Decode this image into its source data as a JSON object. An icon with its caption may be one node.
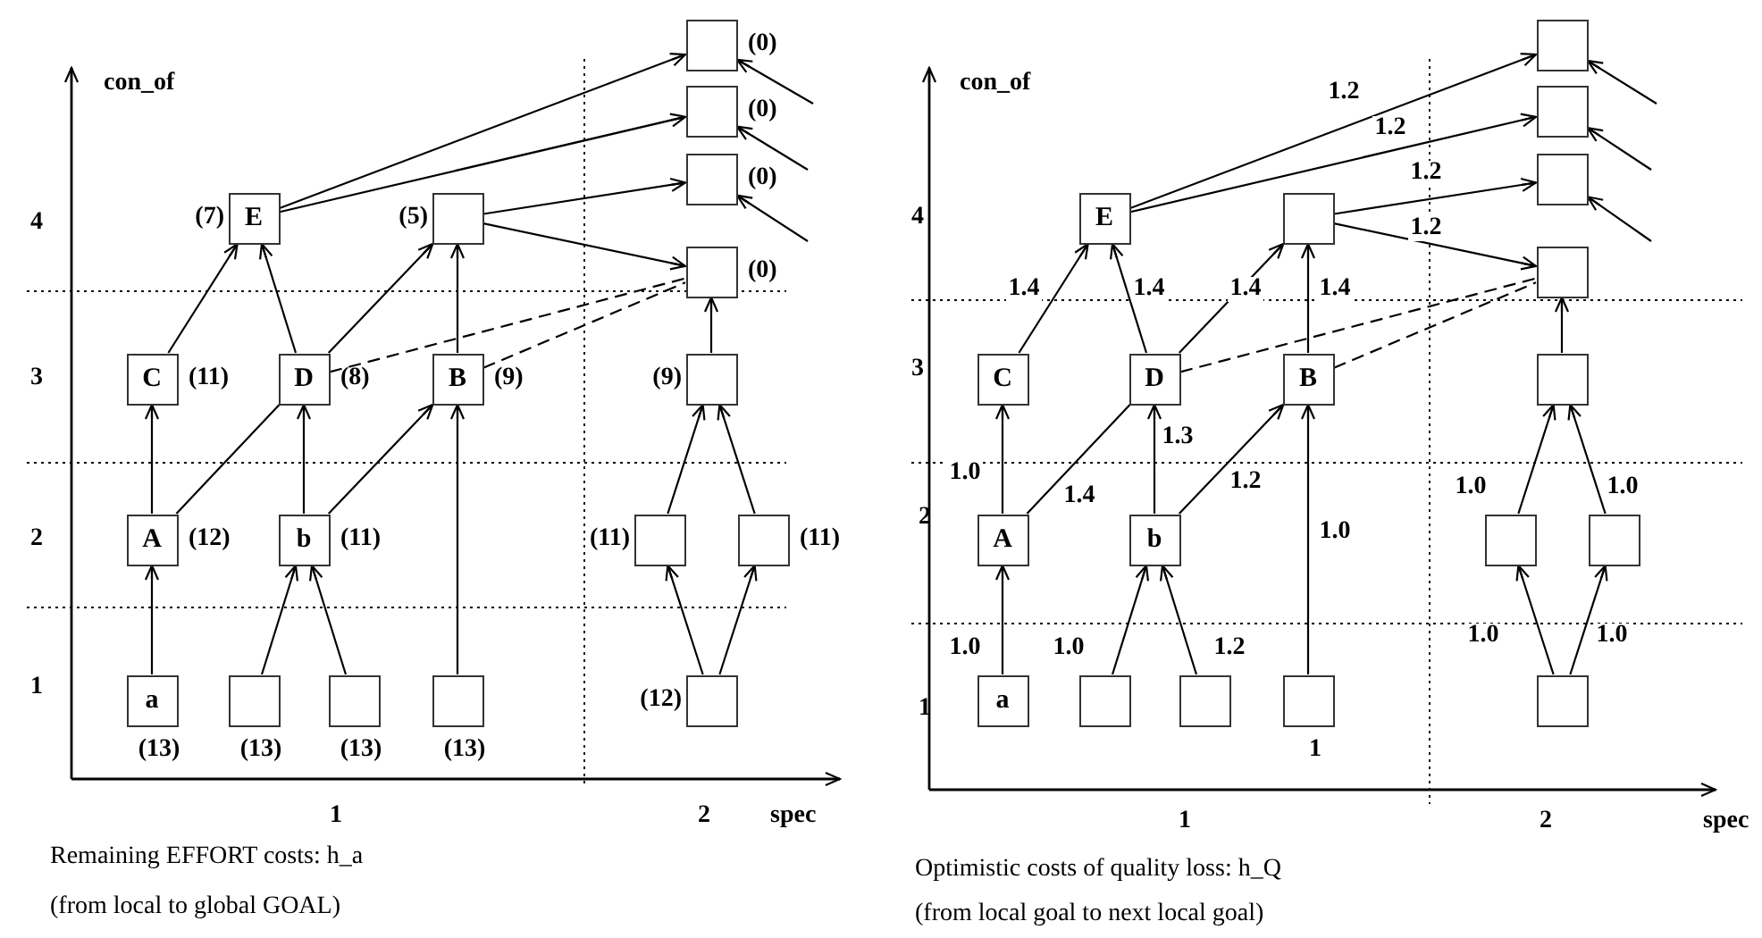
{
  "diagram": {
    "nodes": [
      {
        "text": [],
        "shape": "box",
        "beside": [
          "(0)"
        ]
      },
      {
        "text": [],
        "shape": "box",
        "beside": [
          "(0)"
        ]
      },
      {
        "text": [],
        "shape": "box",
        "beside": [
          "(0)"
        ]
      },
      {
        "text": [],
        "shape": "box",
        "beside": [
          "(0)"
        ]
      },
      {
        "text": [
          "E"
        ],
        "beside": [
          "(7)"
        ]
      },
      {
        "text": [],
        "shape": "box",
        "beside": [
          "(5)"
        ]
      },
      {
        "text": [
          "C"
        ],
        "beside": [
          "(11)"
        ]
      },
      {
        "text": [
          "D"
        ],
        "beside": [
          "(8)"
        ]
      },
      {
        "text": [
          "B"
        ],
        "beside": [
          "(9)"
        ]
      },
      {
        "text": [],
        "shape": "box",
        "beside": [
          "(9)"
        ]
      },
      {
        "text": [
          "A"
        ],
        "beside": [
          "(12)"
        ]
      },
      {
        "text": [
          "b"
        ],
        "beside": [
          "(11)"
        ]
      },
      {
        "text": [],
        "shape": "box",
        "beside": [
          "(11)"
        ]
      },
      {
        "text": [],
        "shape": "box",
        "beside": [
          "(11)"
        ]
      },
      {
        "text": [
          "a"
        ],
        "beside": [
          "(13)"
        ]
      },
      {
        "text": [],
        "shape": "box",
        "beside": [
          "(13)"
        ]
      },
      {
        "text": [],
        "shape": "box",
        "beside": [
          "(13)"
        ]
      },
      {
        "text": [],
        "shape": "box",
        "beside": [
          "(13)"
        ]
      },
      {
        "text": [],
        "shape": "box",
        "beside": [
          "(12)"
        ]
      },
      {
        "text": [],
        "shape": "box"
      },
      {
        "text": [],
        "shape": "box"
      },
      {
        "text": [],
        "shape": "box"
      },
      {
        "text": [],
        "shape": "box"
      },
      {
        "text": [
          "E"
        ]
      },
      {
        "text": [],
        "shape": "box"
      },
      {
        "text": [
          "C"
        ]
      },
      {
        "text": [
          "D"
        ]
      },
      {
        "text": [
          "B"
        ]
      },
      {
        "text": [],
        "shape": "box"
      },
      {
        "text": [
          "A"
        ]
      },
      {
        "text": [
          "b"
        ]
      },
      {
        "text": [],
        "shape": "box"
      },
      {
        "text": [],
        "shape": "box"
      },
      {
        "text": [
          "a"
        ]
      },
      {
        "text": [],
        "shape": "box"
      },
      {
        "text": [],
        "shape": "box"
      },
      {
        "text": [],
        "shape": "box",
        "beside": [
          "1"
        ]
      },
      {
        "text": [],
        "shape": "box"
      }
    ],
    "edges": [
      {
        "from": 14,
        "to": 10,
        "arrow": "to"
      },
      {
        "from": 10,
        "to": 6,
        "arrow": "to"
      },
      {
        "from": 10,
        "to": 7,
        "arrow": "none"
      },
      {
        "from": 15,
        "to": 11,
        "arrow": "to"
      },
      {
        "from": 16,
        "to": 11,
        "arrow": "to"
      },
      {
        "from": 11,
        "to": 7,
        "arrow": "to"
      },
      {
        "from": 11,
        "to": 8,
        "arrow": "to"
      },
      {
        "from": 17,
        "to": 8,
        "arrow": "to"
      },
      {
        "from": 6,
        "to": 4,
        "arrow": "to"
      },
      {
        "from": 7,
        "to": 4,
        "arrow": "to"
      },
      {
        "from": 7,
        "to": 5,
        "arrow": "to"
      },
      {
        "from": 8,
        "to": 5,
        "arrow": "to"
      },
      {
        "from": 4,
        "to": 0,
        "arrow": "to"
      },
      {
        "from": 4,
        "to": 1,
        "arrow": "to"
      },
      {
        "from": 5,
        "to": 2,
        "arrow": "to"
      },
      {
        "from": 5,
        "to": 3,
        "arrow": "to"
      },
      {
        "from": 7,
        "to": 3,
        "arrow": "none",
        "style": "dashed"
      },
      {
        "from": 8,
        "to": 3,
        "arrow": "none",
        "style": "dashed"
      },
      {
        "from": 9,
        "to": 3,
        "arrow": "to"
      },
      {
        "from": 12,
        "to": 9,
        "arrow": "to"
      },
      {
        "from": 13,
        "to": 9,
        "arrow": "to"
      },
      {
        "from": 18,
        "to": 12,
        "arrow": "to"
      },
      {
        "from": 18,
        "to": 13,
        "arrow": "to"
      },
      {
        "from": null,
        "to": 0,
        "arrow": "to"
      },
      {
        "from": null,
        "to": 1,
        "arrow": "to"
      },
      {
        "from": null,
        "to": 2,
        "arrow": "to"
      },
      {
        "from": 33,
        "to": 29,
        "arrow": "to",
        "label": "1.0"
      },
      {
        "from": 29,
        "to": 25,
        "arrow": "to",
        "label": "1.0"
      },
      {
        "from": 29,
        "to": 26,
        "arrow": "none",
        "label": "1.4"
      },
      {
        "from": 34,
        "to": 30,
        "arrow": "to",
        "label": "1.0"
      },
      {
        "from": 35,
        "to": 30,
        "arrow": "to",
        "label": "1.2"
      },
      {
        "from": 30,
        "to": 26,
        "arrow": "to",
        "label": "1.3"
      },
      {
        "from": 30,
        "to": 27,
        "arrow": "to",
        "label": "1.2"
      },
      {
        "from": 36,
        "to": 27,
        "arrow": "to",
        "label": "1.0"
      },
      {
        "from": 25,
        "to": 23,
        "arrow": "to",
        "label": "1.4"
      },
      {
        "from": 26,
        "to": 23,
        "arrow": "to",
        "label": "1.4"
      },
      {
        "from": 26,
        "to": 24,
        "arrow": "to",
        "label": "1.4"
      },
      {
        "from": 27,
        "to": 24,
        "arrow": "to",
        "label": "1.4"
      },
      {
        "from": 23,
        "to": 19,
        "arrow": "to",
        "label": "1.2"
      },
      {
        "from": 23,
        "to": 20,
        "arrow": "to",
        "label": "1.2"
      },
      {
        "from": 24,
        "to": 21,
        "arrow": "to",
        "label": "1.2"
      },
      {
        "from": 24,
        "to": 22,
        "arrow": "to",
        "label": "1.2"
      },
      {
        "from": 26,
        "to": 22,
        "arrow": "none",
        "style": "dashed"
      },
      {
        "from": 27,
        "to": 22,
        "arrow": "none",
        "style": "dashed"
      },
      {
        "from": 28,
        "to": 22,
        "arrow": "to"
      },
      {
        "from": 31,
        "to": 28,
        "arrow": "to",
        "label": "1.0"
      },
      {
        "from": 32,
        "to": 28,
        "arrow": "to",
        "label": "1.0"
      },
      {
        "from": 37,
        "to": 31,
        "arrow": "to",
        "label": "1.0"
      },
      {
        "from": 37,
        "to": 32,
        "arrow": "to",
        "label": "1.0"
      },
      {
        "from": null,
        "to": 19,
        "arrow": "to"
      },
      {
        "from": null,
        "to": 20,
        "arrow": "to"
      },
      {
        "from": null,
        "to": 21,
        "arrow": "to"
      }
    ],
    "labels": [
      "con_of",
      "4",
      "3",
      "2",
      "1",
      "1",
      "2",
      "spec",
      "Remaining EFFORT costs: h_a",
      "(from local to global GOAL)",
      "con_of",
      "4",
      "3",
      "2",
      "1",
      "1",
      "2",
      "spec",
      "Optimistic costs of quality loss: h_Q",
      "(from local goal to next local goal)"
    ]
  }
}
